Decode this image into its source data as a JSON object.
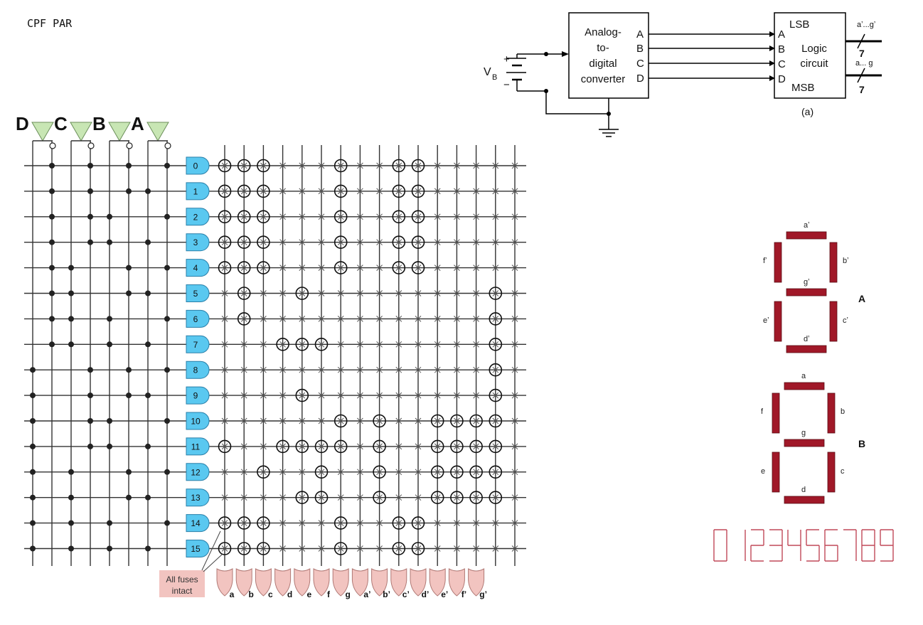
{
  "note": "CPF PAR",
  "converter": {
    "title_lines": [
      "Analog-",
      "to-",
      "digital",
      "converter"
    ],
    "outputs": [
      "A",
      "B",
      "C",
      "D"
    ],
    "vb": "V",
    "vb_sub": "B",
    "plus": "+",
    "minus": "−"
  },
  "logic": {
    "inputs": [
      "A",
      "B",
      "C",
      "D"
    ],
    "lsb": "LSB",
    "msb": "MSB",
    "title_lines": [
      "Logic",
      "circuit"
    ],
    "bus_top_label": "aʼ...gʼ",
    "bus_top_width": "7",
    "bus_bottom_label": "a... g",
    "bus_bottom_width": "7",
    "caption": "(a)"
  },
  "pla": {
    "input_labels": [
      "D",
      "C",
      "B",
      "A"
    ],
    "product_terms": [
      "0",
      "1",
      "2",
      "3",
      "4",
      "5",
      "6",
      "7",
      "8",
      "9",
      "10",
      "11",
      "12",
      "13",
      "14",
      "15"
    ],
    "outputs": [
      "a",
      "b",
      "c",
      "d",
      "e",
      "f",
      "g",
      "aʼ",
      "bʼ",
      "cʼ",
      "dʼ",
      "eʼ",
      "fʼ",
      "gʼ"
    ],
    "fuses_note_lines": [
      "All fuses",
      "intact"
    ],
    "colors": {
      "and_gate": "#5ac8f0",
      "or_gate": "#f2c4c0",
      "buffer": "#c8e6b4",
      "grid": "#333333"
    }
  },
  "displays": {
    "top": {
      "name": "A",
      "segments": [
        "aʼ",
        "bʼ",
        "cʼ",
        "dʼ",
        "eʼ",
        "fʼ",
        "gʼ"
      ]
    },
    "bottom": {
      "name": "B",
      "segments": [
        "a",
        "b",
        "c",
        "d",
        "e",
        "f",
        "g"
      ]
    },
    "segment_color": "#a01828",
    "digits": "0123456789",
    "digits_color": "#c04858"
  }
}
